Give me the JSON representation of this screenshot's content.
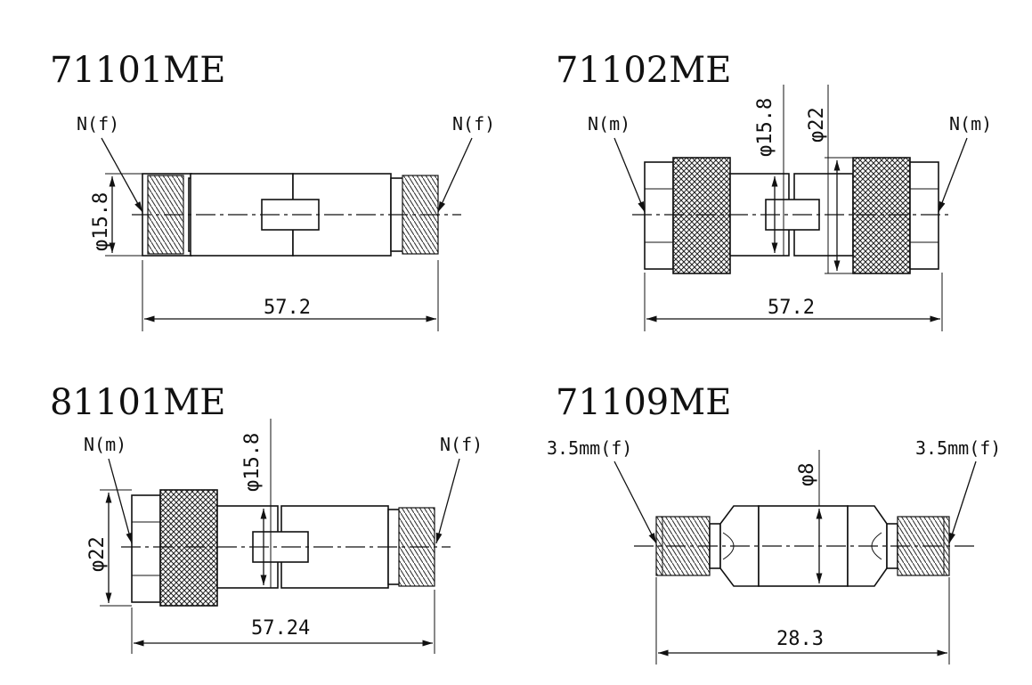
{
  "drawings": [
    {
      "model": "71101ME",
      "left_connector": "N(f)",
      "right_connector": "N(f)",
      "diameter_label": "φ15.8",
      "length_label": "57.2"
    },
    {
      "model": "71102ME",
      "left_connector": "N(m)",
      "right_connector": "N(m)",
      "diameter_label": "φ15.8",
      "diameter2_label": "φ22",
      "length_label": "57.2"
    },
    {
      "model": "81101ME",
      "left_connector": "N(m)",
      "right_connector": "N(f)",
      "diameter_label": "φ15.8",
      "diameter2_label": "φ22",
      "length_label": "57.24"
    },
    {
      "model": "71109ME",
      "left_connector": "3.5mm(f)",
      "right_connector": "3.5mm(f)",
      "diameter_label": "φ8",
      "length_label": "28.3"
    }
  ]
}
